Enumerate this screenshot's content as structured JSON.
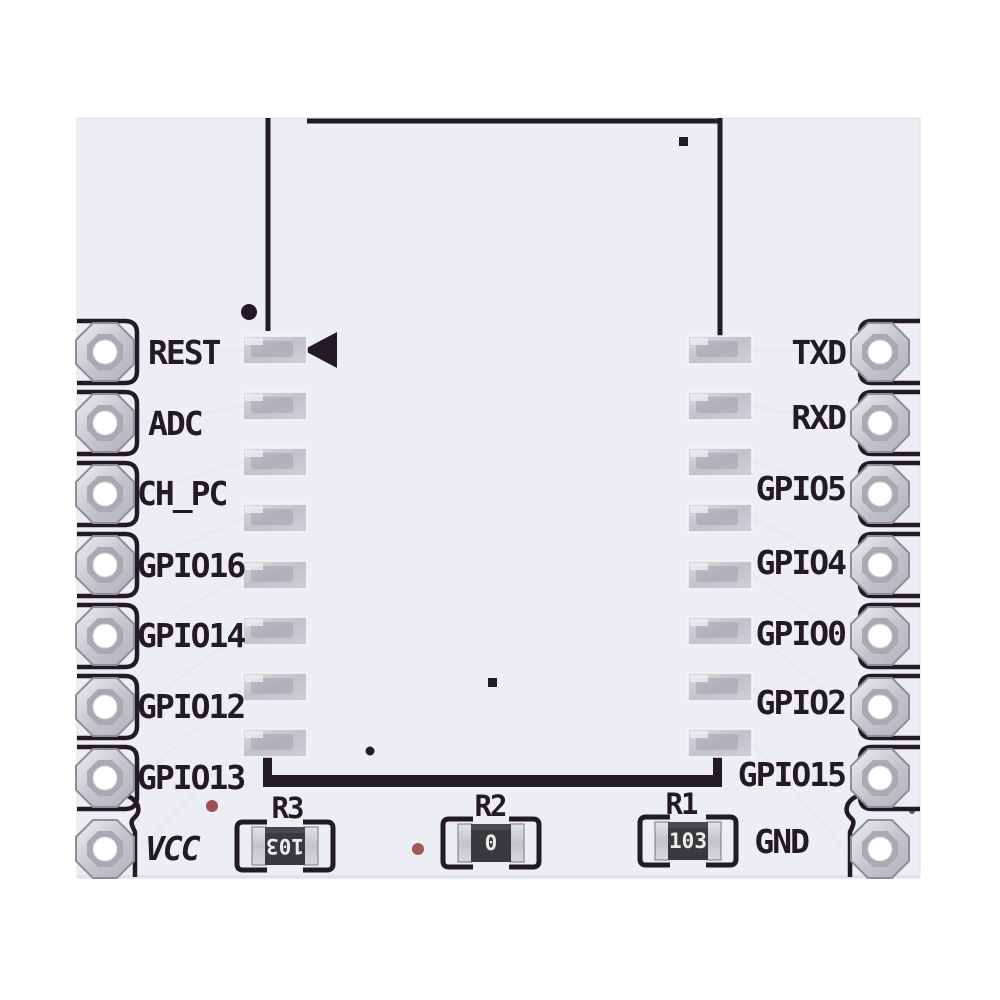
{
  "pins": {
    "left": [
      "REST",
      "ADC",
      "CH_PC",
      "GPIO16",
      "GPIO14",
      "GPIO12",
      "GPIO13",
      "VCC"
    ],
    "right": [
      "TXD",
      "RXD",
      "GPIO5",
      "GPIO4",
      "GPIO0",
      "GPIO2",
      "GPIO15",
      "GND"
    ]
  },
  "resistors": [
    {
      "ref": "R3",
      "value": "103"
    },
    {
      "ref": "R2",
      "value": "0"
    },
    {
      "ref": "R1",
      "value": "103"
    }
  ],
  "colors": {
    "background": "#ffffff",
    "board": "#edeef4",
    "silkscreen": "#241a26",
    "pad_silver": "#c9c9d1",
    "hole_silver": "#d6d6db",
    "resistor_body": "#3a3a3e",
    "resistor_value_text": "#ececec",
    "via_red": "#9b5156"
  }
}
